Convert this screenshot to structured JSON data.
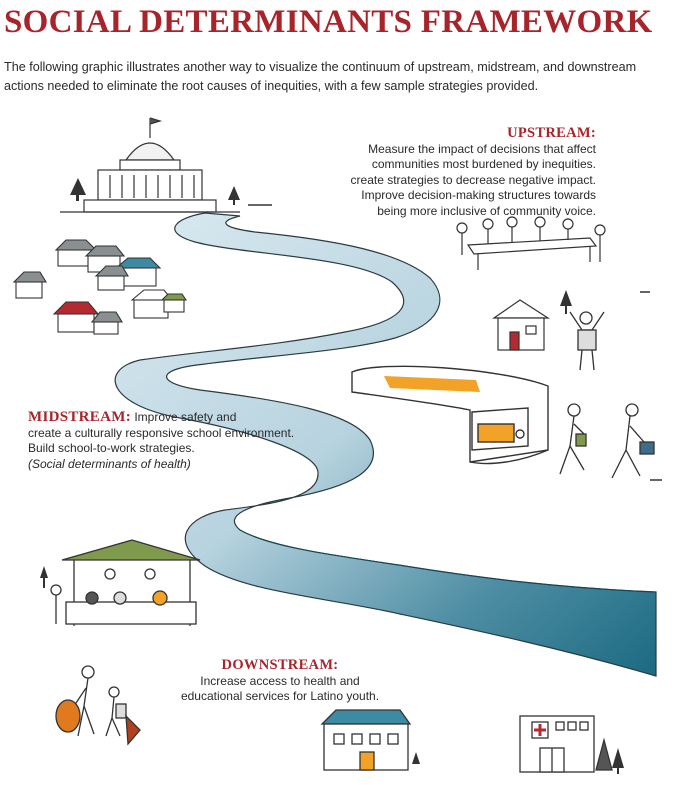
{
  "header": {
    "title": "SOCIAL DETERMINANTS FRAMEWORK",
    "intro": "The following graphic illustrates another way to visualize the continuum of upstream, midstream, and downstream actions needed to eliminate the root causes of inequities, with a few sample strategies provided."
  },
  "upstream": {
    "heading": "UPSTREAM:",
    "lines": [
      "Measure the impact of decisions that affect",
      "communities most burdened by inequities.",
      "create strategies to decrease negative impact.",
      "Improve decision-making structures towards",
      "being more inclusive of community voice."
    ]
  },
  "midstream": {
    "heading": "MIDSTREAM:",
    "first_line": " Improve safety and",
    "lines": [
      "create a culturally responsive school environment.",
      "Build school-to-work strategies."
    ],
    "note": "(Social determinants of health)"
  },
  "downstream": {
    "heading": "DOWNSTREAM:",
    "lines": [
      "Increase access to health and",
      "educational services for Latino youth."
    ]
  },
  "colors": {
    "heading_red": "#a8242b",
    "river_light": "#d8e9f0",
    "river_dark": "#1f6f86",
    "awning_green": "#7f9a4c",
    "bus_orange": "#f2a226",
    "roof_blue": "#3d8aa3",
    "roof_red": "#b52a30",
    "roof_gray": "#8a8f92"
  },
  "icons": [
    "capitol-building-icon",
    "house-icon",
    "meeting-table-icon",
    "school-bus-icon",
    "walking-person-icon",
    "market-stall-icon",
    "family-icon",
    "school-building-icon",
    "clinic-icon",
    "tree-icon"
  ]
}
